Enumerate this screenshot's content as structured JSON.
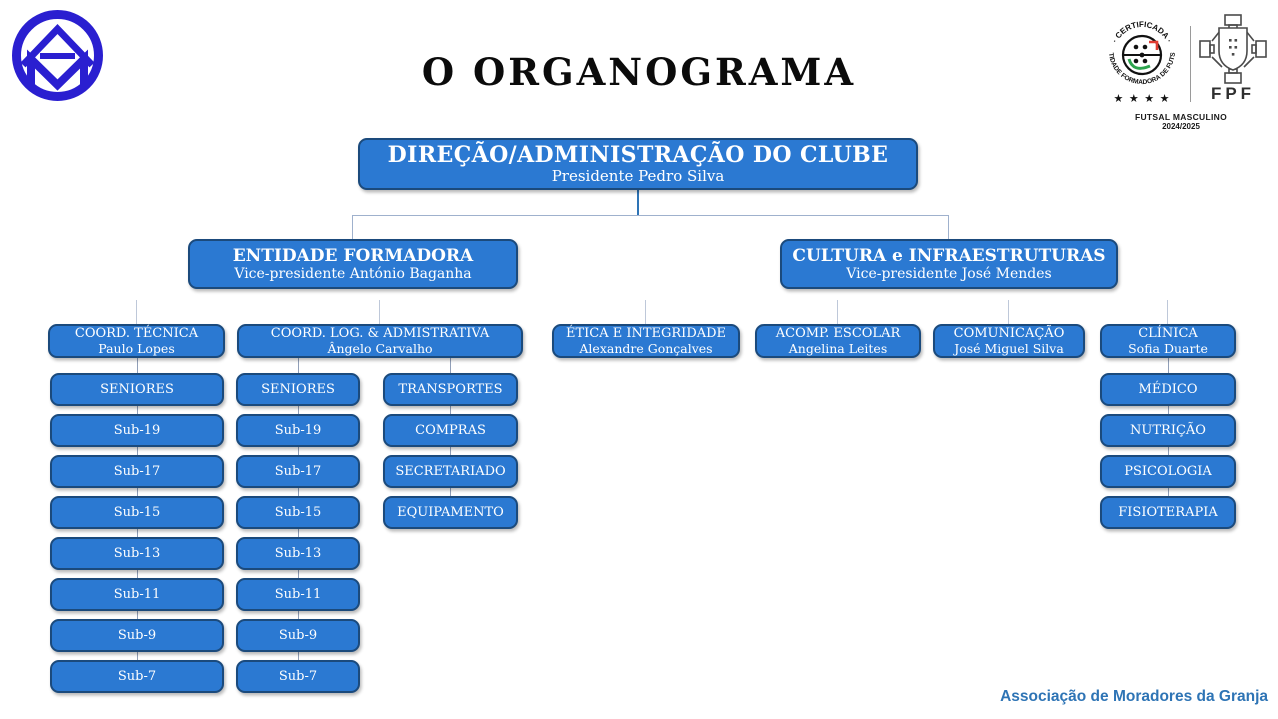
{
  "slide": {
    "title": "O ORGANOGRAMA",
    "footer": "Associação de Moradores da Granja"
  },
  "branding": {
    "certification_badge": {
      "arc_top": "· CERTIFICADA ·",
      "arc_bottom": "ENTIDADE FORMADORA DE FUTSAL",
      "stars": "★ ★ ★ ★"
    },
    "fpf_label": "FPF",
    "caption_line1": "FUTSAL MASCULINO",
    "caption_line2": "2024/2025"
  },
  "org": {
    "root": {
      "title": "DIREÇÃO/ADMINISTRAÇÃO DO CLUBE",
      "subtitle": "Presidente Pedro Silva"
    },
    "level2": [
      {
        "title": "ENTIDADE FORMADORA",
        "subtitle": "Vice-presidente António Baganha"
      },
      {
        "title": "CULTURA e INFRAESTRUTURAS",
        "subtitle": "Vice-presidente José Mendes"
      }
    ],
    "level3": [
      {
        "title": "COORD. TÉCNICA",
        "subtitle": "Paulo Lopes"
      },
      {
        "title": "COORD. LOG. & ADMISTRATIVA",
        "subtitle": "Ângelo Carvalho"
      },
      {
        "title": "ÉTICA E INTEGRIDADE",
        "subtitle": "Alexandre Gonçalves"
      },
      {
        "title": "ACOMP. ESCOLAR",
        "subtitle": "Angelina Leites"
      },
      {
        "title": "COMUNICAÇÃO",
        "subtitle": "José Miguel Silva"
      },
      {
        "title": "CLÍNICA",
        "subtitle": "Sofia Duarte"
      }
    ],
    "columns": {
      "tecnica_teams": [
        "SENIORES",
        "Sub-19",
        "Sub-17",
        "Sub-15",
        "Sub-13",
        "Sub-11",
        "Sub-9",
        "Sub-7"
      ],
      "logistica_teams": [
        "SENIORES",
        "Sub-19",
        "Sub-17",
        "Sub-15",
        "Sub-13",
        "Sub-11",
        "Sub-9",
        "Sub-7"
      ],
      "logistica_services": [
        "TRANSPORTES",
        "COMPRAS",
        "SECRETARIADO",
        "EQUIPAMENTO"
      ],
      "clinica_areas": [
        "MÉDICO",
        "NUTRIÇÃO",
        "PSICOLOGIA",
        "FISIOTERAPIA"
      ]
    }
  },
  "colors": {
    "box_fill": "#2b79d2",
    "box_border": "#1b4a7c",
    "connector": "#2e74b6",
    "footer_text": "#2e74b5",
    "logo_blue": "#2a1fd0",
    "badge_red": "#e03c31",
    "badge_green": "#2da44e"
  }
}
